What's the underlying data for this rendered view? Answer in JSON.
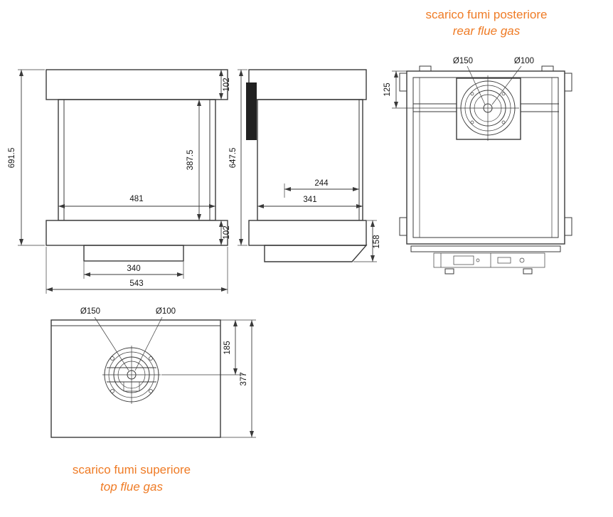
{
  "colors": {
    "accent": "#ef7b25",
    "line": "#3a3a3a"
  },
  "labels": {
    "rear_flue": {
      "title": "scarico fumi posteriore",
      "subtitle": "rear flue gas"
    },
    "top_flue": {
      "title": "scarico fumi superiore",
      "subtitle": "top flue gas"
    }
  },
  "front_view": {
    "dims": {
      "total_height": "691.5",
      "top_cap_height": "102",
      "inner_height": "387.5",
      "inner_width": "481",
      "bottom_cap_height": "102",
      "base_width": "340",
      "total_width": "543"
    }
  },
  "side_view": {
    "dims": {
      "total_height": "647.5",
      "inner_depth": "244",
      "total_depth": "341",
      "base_height": "158"
    }
  },
  "rear_view": {
    "dims": {
      "flue_outer_diameter": "Ø150",
      "flue_inner_diameter": "Ø100",
      "flue_center_offset": "125"
    }
  },
  "top_view": {
    "dims": {
      "flue_outer_diameter": "Ø150",
      "flue_inner_diameter": "Ø100",
      "flue_center_offset": "185",
      "total_depth": "377"
    }
  }
}
